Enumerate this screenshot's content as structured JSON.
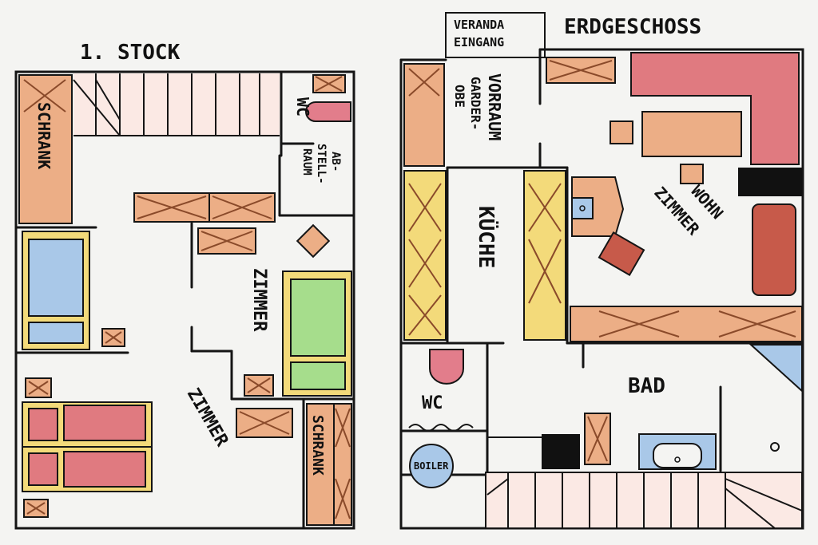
{
  "labels": {
    "upper_floor_title": "1. STOCK",
    "ground_floor_title": "ERDGESCHOSS",
    "veranda": "VERANDA",
    "eingang": "EINGANG",
    "schrank_left": "SCHRANK",
    "wc_upper": "WC",
    "abstell": "AB-",
    "abstell2": "STELL-",
    "abstell3": "RAUM",
    "zimmer_right": "ZIMMER",
    "zimmer_left": "ZIMMER",
    "schrank_right": "SCHRANK",
    "vorraum": "VORRAUM",
    "garderobe": "GARDER-",
    "garderobe2": "OBE",
    "kueche": "KÜCHE",
    "wohnzimmer1": "WOHN",
    "wohnzimmer2": "ZIMMER",
    "wc_ground": "WC",
    "boiler": "BOILER",
    "bad": "BAD"
  },
  "colors": {
    "line": "#151515",
    "orange_wood": "#e9a77e",
    "red": "#e07a80",
    "pink_sofa": "#e27d8b",
    "yellow": "#f3da7a",
    "blue": "#a9c8e8",
    "green": "#a6dd8c",
    "dark_red": "#c75a4a",
    "black_stove": "#111111"
  }
}
